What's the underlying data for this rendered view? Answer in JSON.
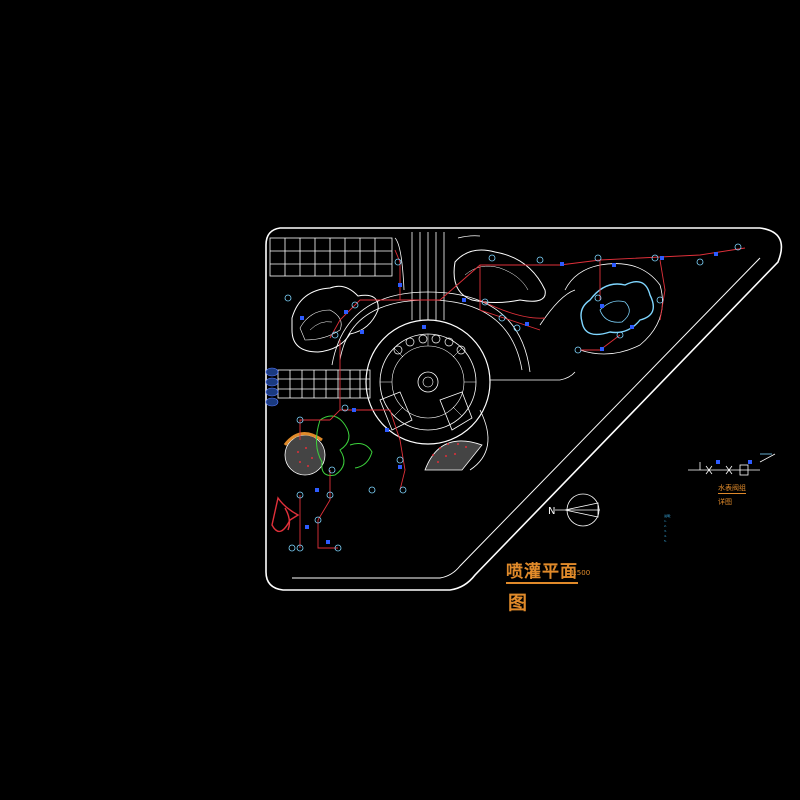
{
  "drawing": {
    "title_main": "喷灌平面",
    "title_second": "图",
    "scale": "1:500",
    "legend_title": "水表阀组",
    "legend_sub": "详图",
    "notes_heading": "说明：",
    "notes_lines": [
      "1.",
      "2.",
      "3.",
      "4.",
      "5."
    ]
  },
  "colors": {
    "background": "#000000",
    "site_outline": "#ffffff",
    "pipe": "#e0303a",
    "sprinkler": "#7fd6ff",
    "valve": "#2d5bff",
    "title": "#e08a2a",
    "planting": "#3cd23c"
  },
  "icons": [
    "north-arrow-icon",
    "sprinkler-head-icon",
    "valve-box-icon"
  ]
}
